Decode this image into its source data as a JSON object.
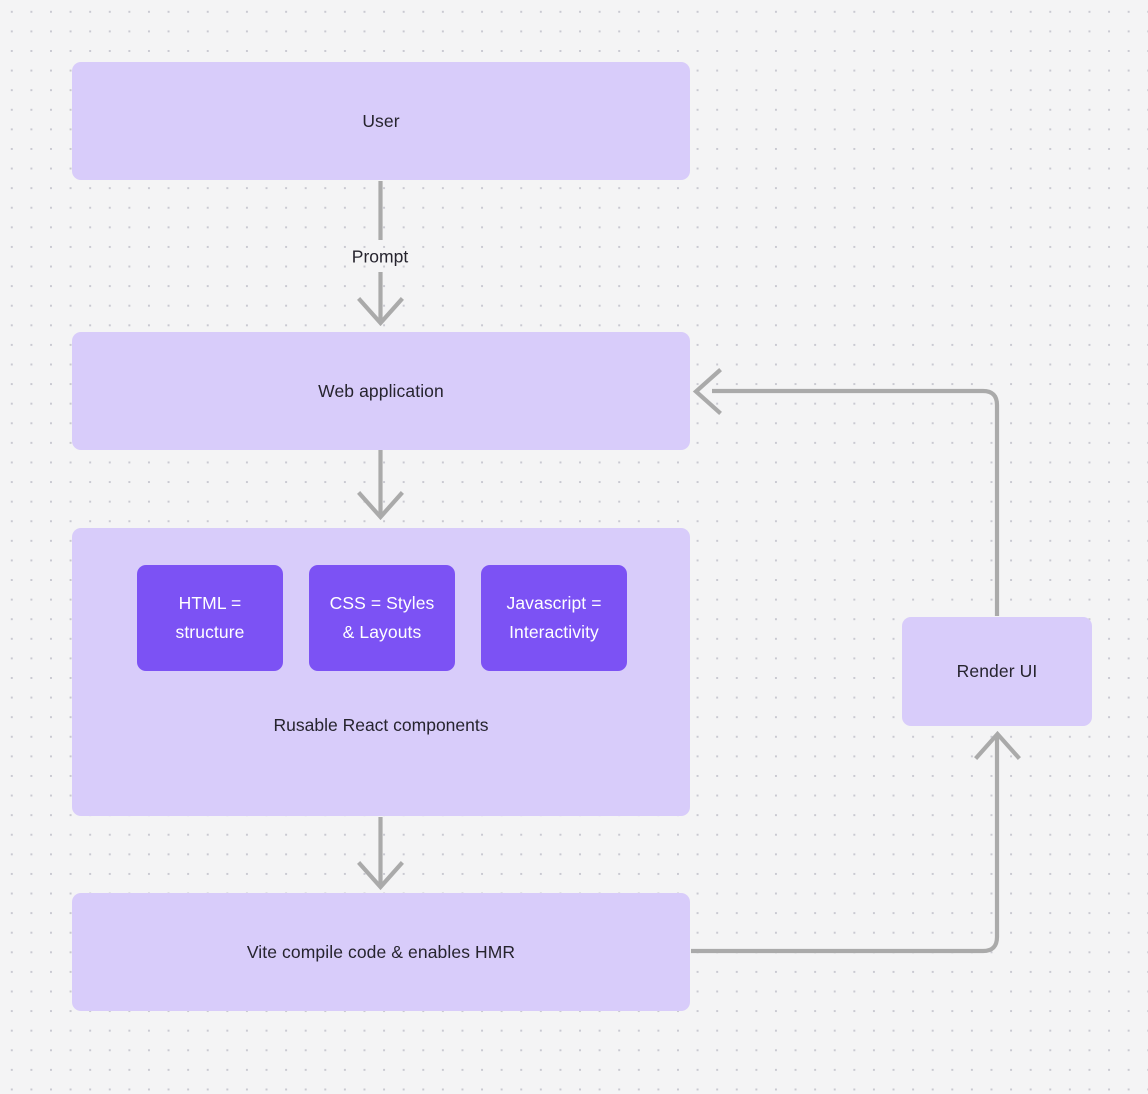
{
  "diagram": {
    "background_color": "#f4f4f5",
    "dot_color": "#c9c9d1",
    "node_fill_lilac": "#d8ccfa",
    "node_fill_violet": "#7c52f4",
    "edge_color": "#aaaaaa",
    "text_color": "#26242e"
  },
  "nodes": {
    "user": {
      "label": "User"
    },
    "web_application": {
      "label": "Web application"
    },
    "components_group": {
      "caption": "Rusable React components",
      "children": [
        {
          "label": "HTML =\nstructure"
        },
        {
          "label": "CSS = Styles\n& Layouts"
        },
        {
          "label": "Javascript =\nInteractivity"
        }
      ]
    },
    "vite": {
      "label": "Vite compile code & enables HMR"
    },
    "render_ui": {
      "label": "Render UI"
    }
  },
  "edges": [
    {
      "from": "user",
      "to": "web_application",
      "label": "Prompt"
    },
    {
      "from": "web_application",
      "to": "components_group",
      "label": ""
    },
    {
      "from": "components_group",
      "to": "vite",
      "label": ""
    },
    {
      "from": "vite",
      "to": "render_ui",
      "label": ""
    },
    {
      "from": "render_ui",
      "to": "web_application",
      "label": ""
    }
  ]
}
